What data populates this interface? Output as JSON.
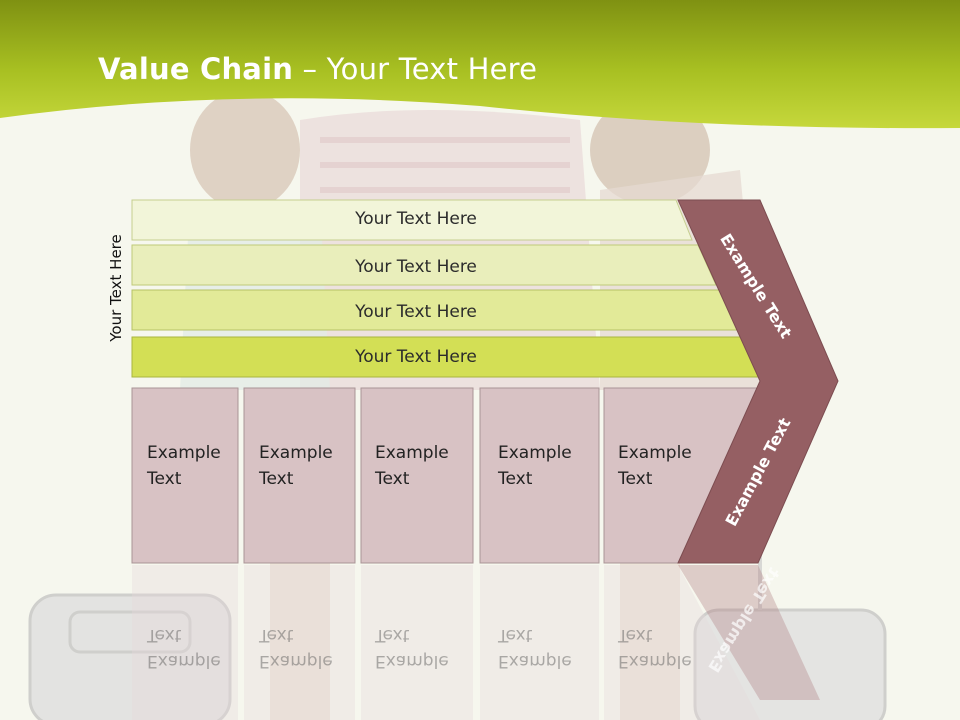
{
  "slide": {
    "title_bold": "Value Chain",
    "title_rest": " – Your Text Here"
  },
  "rows": [
    {
      "label": "Your Text Here"
    },
    {
      "label": "Your Text Here"
    },
    {
      "label": "Your Text Here"
    },
    {
      "label": "Your Text Here"
    }
  ],
  "side_label": "Your Text Here",
  "columns": [
    {
      "line1": "Example",
      "line2": "Text"
    },
    {
      "line1": "Example",
      "line2": "Text"
    },
    {
      "line1": "Example",
      "line2": "Text"
    },
    {
      "line1": "Example",
      "line2": "Text"
    },
    {
      "line1": "Example",
      "line2": "Text"
    }
  ],
  "chevron": {
    "upper_label": "Example Text",
    "lower_label": "Example Text"
  },
  "colors": {
    "header_green": "#9bb31a",
    "row_fill_1": "#f2f5d9",
    "row_fill_2": "#e9eebb",
    "row_fill_3": "#e2ea98",
    "row_fill_4": "#d3df55",
    "column_fill": "#d8c2c4",
    "chevron_fill": "#955f63",
    "background": "#f6f7ee"
  }
}
